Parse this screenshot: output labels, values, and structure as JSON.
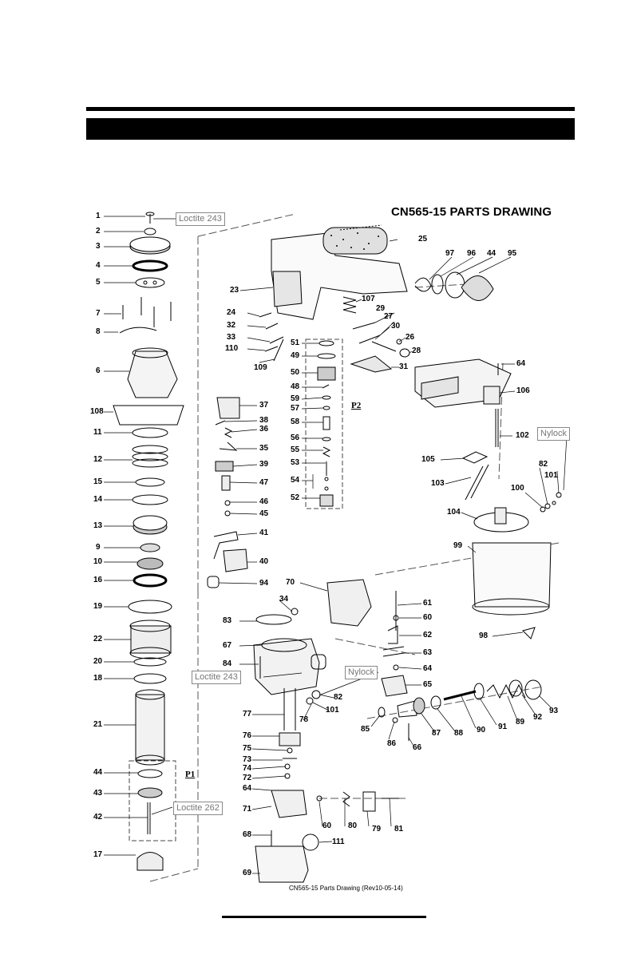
{
  "title": "CN565-15 PARTS DRAWING",
  "caption": "CN565-15 Parts Drawing (Rev10-05-14)",
  "callouts": {
    "loctite_243_top": "Loctite 243",
    "loctite_243_mid": "Loctite 243",
    "loctite_262": "Loctite 262",
    "nylock_right": "Nylock",
    "nylock_mid": "Nylock"
  },
  "groups": {
    "p1": "P1",
    "p2": "P2"
  },
  "parts": [
    "1",
    "2",
    "3",
    "4",
    "5",
    "7",
    "8",
    "6",
    "108",
    "11",
    "12",
    "15",
    "14",
    "13",
    "9",
    "10",
    "16",
    "19",
    "22",
    "20",
    "18",
    "21",
    "44",
    "43",
    "42",
    "17",
    "25",
    "97",
    "96",
    "44",
    "95",
    "23",
    "107",
    "24",
    "32",
    "33",
    "110",
    "109",
    "29",
    "27",
    "30",
    "26",
    "28",
    "31",
    "51",
    "49",
    "50",
    "48",
    "59",
    "57",
    "58",
    "56",
    "55",
    "53",
    "54",
    "52",
    "37",
    "38",
    "36",
    "35",
    "39",
    "47",
    "46",
    "45",
    "41",
    "40",
    "94",
    "64",
    "106",
    "102",
    "105",
    "103",
    "101",
    "82",
    "100",
    "104",
    "99",
    "70",
    "34",
    "83",
    "67",
    "84",
    "61",
    "60",
    "62",
    "63",
    "64",
    "65",
    "82",
    "101",
    "78",
    "77",
    "76",
    "75",
    "73",
    "74",
    "72",
    "64",
    "71",
    "68",
    "69",
    "80",
    "60",
    "79",
    "81",
    "111",
    "85",
    "86",
    "66",
    "87",
    "88",
    "90",
    "91",
    "89",
    "92",
    "93",
    "98"
  ]
}
